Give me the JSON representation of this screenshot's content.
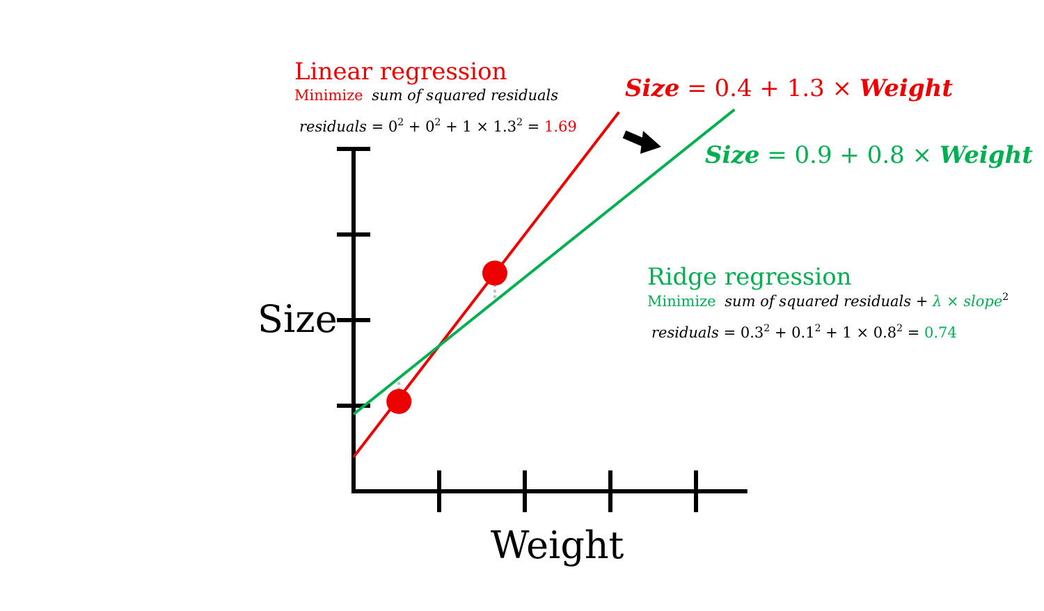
{
  "colors": {
    "linear": "#ee0000",
    "ridge": "#00b050",
    "axis": "#000000",
    "residual": "#c0c0c0"
  },
  "axes": {
    "ylabel": "Size",
    "xlabel": "Weight",
    "x_range": [
      0,
      4.6
    ],
    "y_range": [
      0,
      4
    ],
    "x_ticks": [
      1,
      2,
      3,
      4
    ],
    "y_ticks": [
      1,
      2,
      3,
      4
    ]
  },
  "points": [
    {
      "x": 0.53,
      "y": 1.05
    },
    {
      "x": 1.65,
      "y": 2.55
    }
  ],
  "linear": {
    "title": "Linear regression",
    "objective_word": "Minimize",
    "objective_rest": "sum of squared residuals",
    "equation_lhs": "Size",
    "equation_mid": " = 0.4 + 1.3 × ",
    "equation_rhs": "Weight",
    "intercept": 0.4,
    "slope": 1.3,
    "residuals_word": "residuals",
    "residuals_mid": " = 0",
    "residuals_p2": " + 0",
    "residuals_p3": " + 1 × 1.3",
    "residuals_eq": " = ",
    "residuals_value": "1.69",
    "exp": "2"
  },
  "ridge": {
    "title": "Ridge regression",
    "objective_word": "Minimize",
    "objective_rest": "sum of squared residuals + ",
    "penalty": "λ × slope",
    "equation_lhs": "Size",
    "equation_mid": " = 0.9 + 0.8 × ",
    "equation_rhs": "Weight",
    "intercept": 0.9,
    "slope": 0.8,
    "residuals_word": "residuals",
    "residuals_mid": " = 0.3",
    "residuals_p2": " + 0.1",
    "residuals_p3": " + 1 × 0.8",
    "residuals_eq": " = ",
    "residuals_value": "0.74",
    "exp": "2"
  }
}
